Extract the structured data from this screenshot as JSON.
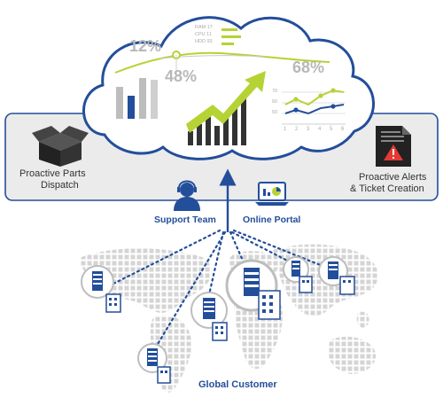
{
  "cloud": {
    "percent_left": "12%",
    "percent_center": "48%",
    "percent_right": "68%",
    "legend_items": [
      "RAM 17",
      "CPU 11",
      "HDD 93"
    ],
    "line_chart_ticks": [
      "1",
      "2",
      "3",
      "4",
      "5",
      "6"
    ],
    "line_chart_y_ticks": [
      "70",
      "60",
      "50"
    ]
  },
  "band": {
    "left_label_line1": "Proactive Parts",
    "left_label_line2": "Dispatch",
    "right_label_line1": "Proactive Alerts",
    "right_label_line2": "& Ticket Creation"
  },
  "channels": {
    "support_team": "Support Team",
    "online_portal": "Online Portal"
  },
  "map": {
    "caption": "Global Customer"
  },
  "colors": {
    "brand_blue": "#234e9a",
    "accent_lime": "#b5d334",
    "band_gray": "#ebebec",
    "map_gray": "#d4d4d4",
    "text_dark": "#333333"
  }
}
